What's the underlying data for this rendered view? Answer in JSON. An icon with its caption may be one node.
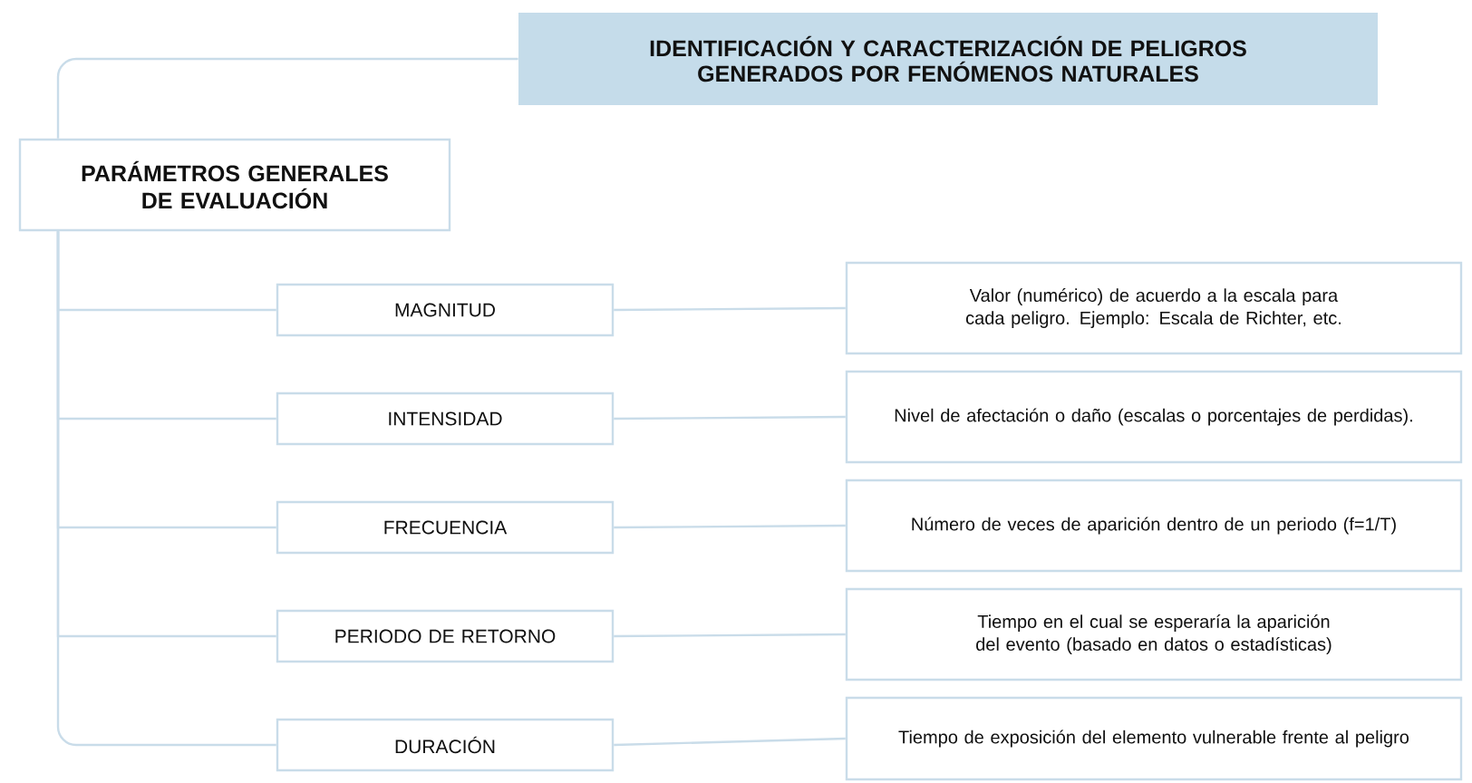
{
  "diagram": {
    "nodes": [
      {
        "text": [
          "IDENTIFICACIÓN Y CARACTERIZACIÓN DE PELIGROS GENERADOS POR FENÓMENOS NATURALES"
        ]
      },
      {
        "text": [
          "PARÁMETROS GENERALES DE EVALUACIÓN"
        ]
      },
      {
        "text": [
          "MAGNITUD"
        ]
      },
      {
        "text": [
          "INTENSIDAD"
        ]
      },
      {
        "text": [
          "FRECUENCIA"
        ]
      },
      {
        "text": [
          "PERIODO DE RETORNO"
        ]
      },
      {
        "text": [
          "DURACIÓN"
        ]
      },
      {
        "text": [
          "Valor (numérico) de acuerdo a la escala para cada peligro. Ejemplo: Escala de Richter, etc."
        ]
      },
      {
        "text": [
          "Nivel de afectación o daño (escalas o porcentajes de perdidas)."
        ]
      },
      {
        "text": [
          "Número de veces de aparición dentro de un periodo (f=1/T)"
        ]
      },
      {
        "text": [
          "Tiempo en el cual se esperaría la aparición del evento (basado en datos o estadísticas)"
        ]
      },
      {
        "text": [
          "Tiempo de exposición del elemento vulnerable frente al peligro"
        ]
      }
    ],
    "edges": [
      {
        "from": 0,
        "to": 1,
        "arrow": "none"
      },
      {
        "from": 1,
        "to": 2,
        "arrow": "none"
      },
      {
        "from": 1,
        "to": 3,
        "arrow": "none"
      },
      {
        "from": 1,
        "to": 4,
        "arrow": "none"
      },
      {
        "from": 1,
        "to": 5,
        "arrow": "none"
      },
      {
        "from": 1,
        "to": 6,
        "arrow": "none"
      },
      {
        "from": 2,
        "to": 7,
        "arrow": "none"
      },
      {
        "from": 3,
        "to": 8,
        "arrow": "none"
      },
      {
        "from": 4,
        "to": 9,
        "arrow": "none"
      },
      {
        "from": 5,
        "to": 10,
        "arrow": "none"
      },
      {
        "from": 6,
        "to": 11,
        "arrow": "none"
      }
    ]
  }
}
